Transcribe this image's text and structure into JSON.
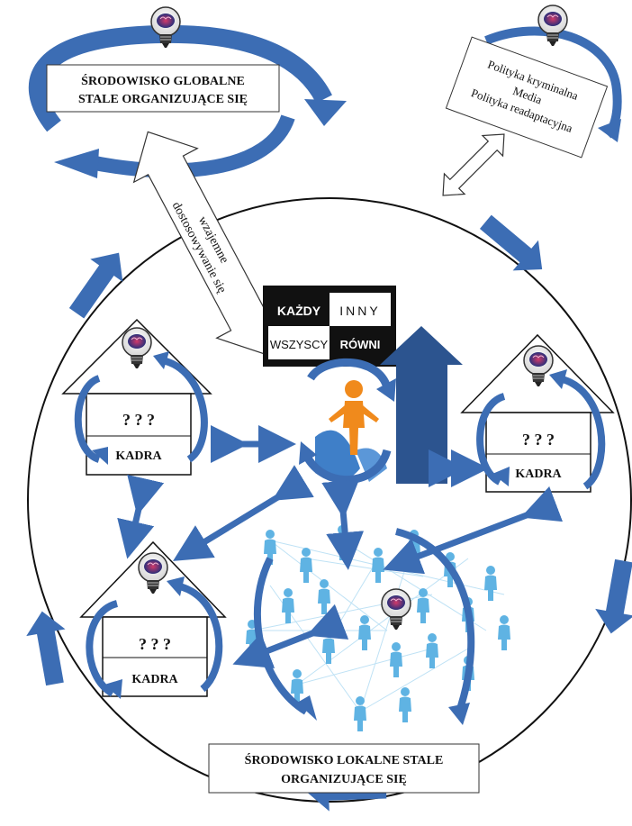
{
  "global_env": {
    "line1": "ŚRODOWISKO GLOBALNE",
    "line2": "STALE ORGANIZUJĄCE SIĘ"
  },
  "policy_box": {
    "line1": "Polityka kryminalna",
    "line2": "Media",
    "line3": "Polityka readaptacyjna"
  },
  "adaptation_arrow": {
    "line1": "wzajemne",
    "line2": "dostosowywanie się"
  },
  "sign": {
    "top_left": "KAŻDY",
    "top_right": "INNY",
    "bottom_left": "WSZYSCY",
    "bottom_right": "RÓWNI"
  },
  "houses": [
    {
      "question": "? ? ?",
      "label": "KADRA"
    },
    {
      "question": "? ? ?",
      "label": "KADRA"
    },
    {
      "question": "? ? ?",
      "label": "KADRA"
    }
  ],
  "local_env": {
    "line1": "ŚRODOWISKO LOKALNE STALE",
    "line2": "ORGANIZUJĄCE SIĘ"
  },
  "colors": {
    "arrow_blue": "#3c6db4",
    "arrow_blue_dark": "#2c548f",
    "people_blue": "#5fb3e3",
    "figure_orange": "#f08a1c",
    "puzzle_blue": "#3f7fc8"
  },
  "icons": {
    "bulb": "lightbulb-brain-icon",
    "figure": "person-figure-icon",
    "network": "people-network-icon"
  }
}
